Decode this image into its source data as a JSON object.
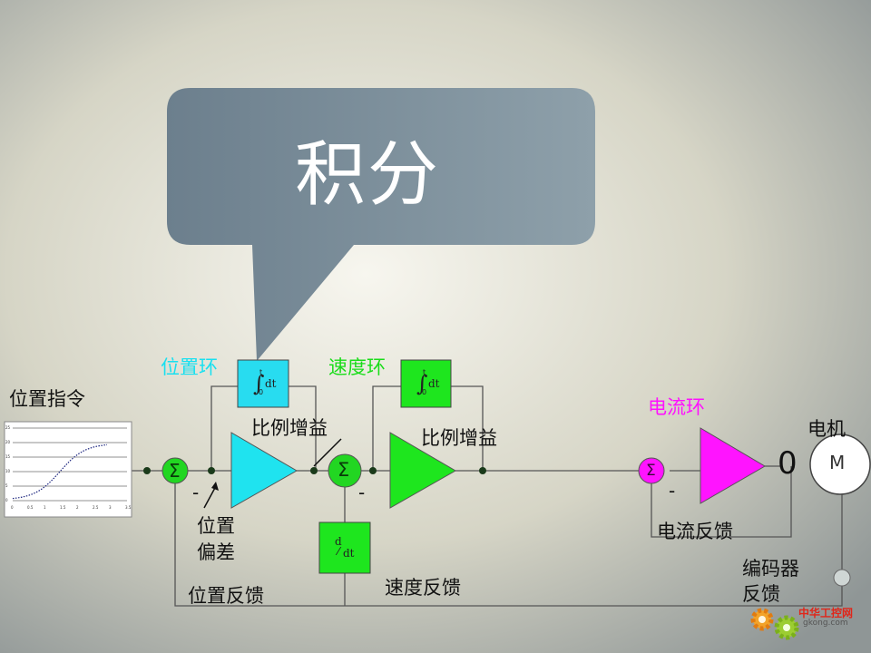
{
  "callout": {
    "text": "积分"
  },
  "labels": {
    "command": "位置指令",
    "pos_loop": "位置环",
    "speed_loop": "速度环",
    "current_loop": "电流环",
    "gain1": "比例增益",
    "gain2": "比例增益",
    "motor": "电机",
    "motor_symbol": "M",
    "pos_error_1": "位置",
    "pos_error_2": "偏差",
    "pos_feedback": "位置反馈",
    "speed_feedback": "速度反馈",
    "current_feedback": "电流反馈",
    "encoder_1": "编码器",
    "encoder_2": "反馈",
    "zero": "0"
  },
  "blocks": {
    "sum_symbol": "Σ",
    "minus": "-",
    "integral_text": "dt",
    "integral_upper": "t",
    "integral_lower": "0",
    "deriv_num": "d",
    "deriv_den": "dt"
  },
  "mini_chart": {
    "yticks": [
      "25",
      "20",
      "15",
      "10",
      "5",
      "0"
    ],
    "xticks": [
      "0",
      "0.5",
      "1",
      "1.5",
      "2",
      "2.5",
      "3",
      "3.5"
    ]
  },
  "watermark": {
    "line1": "中华工控网",
    "line2": "gkong.com"
  },
  "colors": {
    "sum_green": "#22d622",
    "amp_cyan": "#1fe3ef",
    "amp_green": "#1ee61e",
    "amp_magenta": "#ff14ff",
    "box_cyan": "#28dcf0",
    "box_green": "#1ee61e",
    "label_cyan": "#18e0f0",
    "label_green": "#1adc1a",
    "label_magenta": "#ff10ff",
    "callout_fill": "#6f8593"
  }
}
